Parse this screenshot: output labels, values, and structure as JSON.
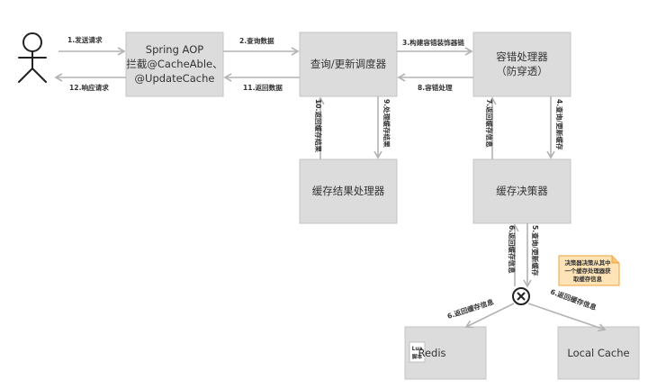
{
  "boxes": {
    "spring_aop": [
      "Spring AOP",
      "拦截@CacheAble、",
      "@UpdateCache"
    ],
    "query_scheduler": "查询/更新调度器",
    "error_handler": [
      "容错处理器",
      "（防穿透）"
    ],
    "result_handler": "缓存结果处理器",
    "cache_decider": "缓存决策器",
    "redis": "Redis",
    "redis_badge": [
      "Lua",
      "脚本"
    ],
    "local_cache": "Local Cache"
  },
  "edges": {
    "e1": "1.发送请求",
    "e2": "2.查询数据",
    "e3": "3.构建容错装饰器链",
    "e4": "4.查询/更新缓存",
    "e5": "5.查询/更新缓存",
    "e6_left": "6.返回缓存信息",
    "e6_mid": "6.返回缓存信息",
    "e6_right": "6.返回缓存信息",
    "e7": "7.返回缓存信息",
    "e8": "8.容错处理",
    "e9": "9.处理缓存结果",
    "e10": "10.返回缓存结果",
    "e11": "11.返回数据",
    "e12": "12.响应请求"
  },
  "note": [
    "决策器决策从其中",
    "一个缓存处理器获",
    "取缓存信息"
  ]
}
